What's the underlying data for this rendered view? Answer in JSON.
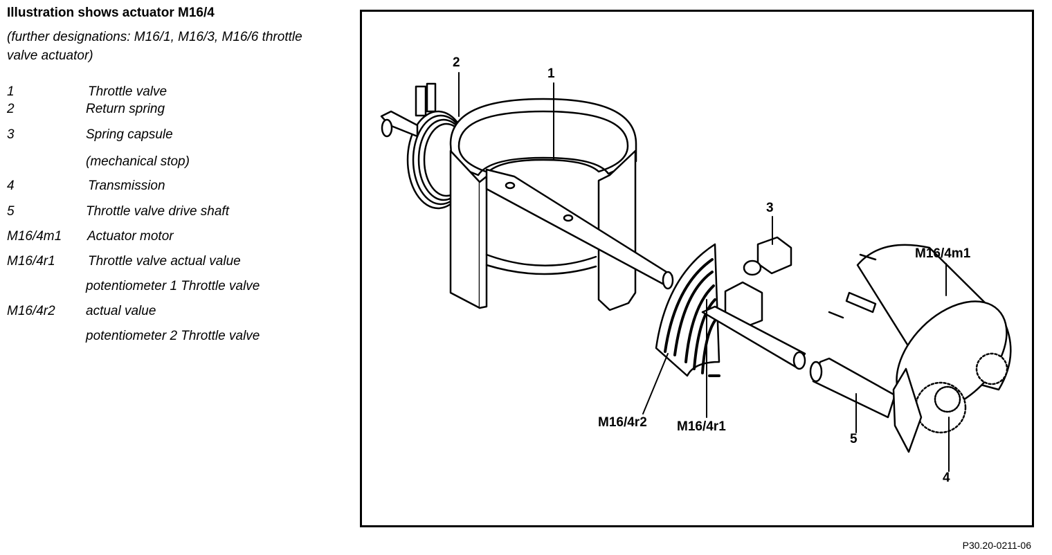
{
  "title": "Illustration shows actuator M16/4",
  "subtitle": "(further designations: M16/1, M16/3, M16/6 throttle valve actuator)",
  "legend": [
    {
      "code": "1",
      "desc": "Throttle valve"
    },
    {
      "code": "2",
      "desc": "Return spring"
    },
    {
      "code": "3",
      "desc": "Spring capsule"
    },
    {
      "code": "",
      "desc": "(mechanical stop)"
    },
    {
      "code": "4",
      "desc": "Transmission"
    },
    {
      "code": "5",
      "desc": "Throttle valve drive shaft"
    },
    {
      "code": "M16/4m1",
      "desc": "Actuator motor"
    },
    {
      "code": "M16/4r1",
      "desc": "Throttle valve actual value"
    },
    {
      "code": "",
      "desc": "potentiometer 1  Throttle valve"
    },
    {
      "code": "M16/4r2",
      "desc": "actual value"
    },
    {
      "code": "",
      "desc": "potentiometer 2  Throttle valve"
    }
  ],
  "diagram_labels": {
    "l1": "1",
    "l2": "2",
    "l3": "3",
    "l4": "4",
    "l5": "5",
    "m1": "M16/4m1",
    "r1": "M16/4r1",
    "r2": "M16/4r2"
  },
  "figure_code": "P30.20-0211-06"
}
